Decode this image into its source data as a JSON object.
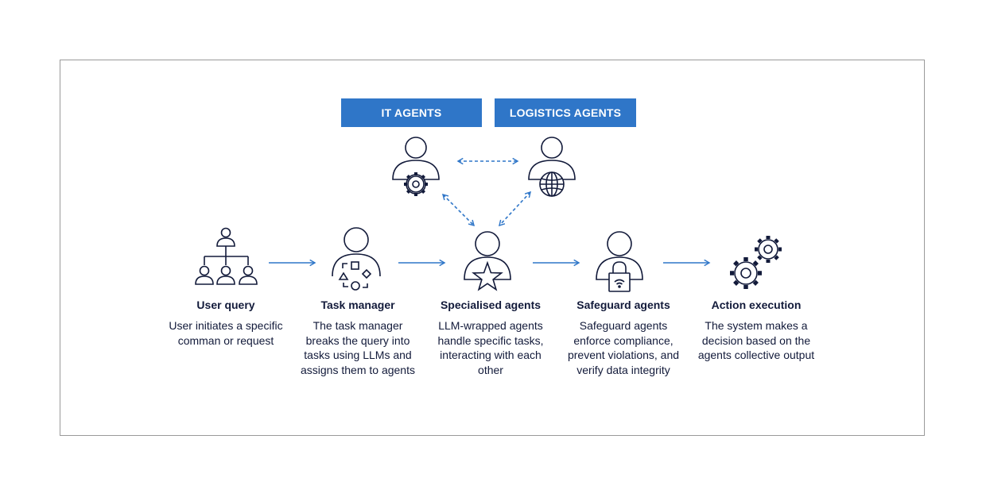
{
  "colors": {
    "accent": "#2f76c8",
    "ink": "#121a3a",
    "frame": "#9a9a9a"
  },
  "groups": [
    {
      "label": "IT AGENTS"
    },
    {
      "label": "LOGISTICS AGENTS"
    }
  ],
  "steps": [
    {
      "title": "User query",
      "description": "User initiates a specific comman or request",
      "icon": "org-chart-icon"
    },
    {
      "title": "Task manager",
      "description": "The task manager breaks the query into tasks using LLMs and assigns them to agents",
      "icon": "task-manager-icon"
    },
    {
      "title": "Specialised agents",
      "description": "LLM-wrapped agents handle specific tasks, interacting with each other",
      "icon": "star-agent-icon"
    },
    {
      "title": "Safeguard agents",
      "description": "Safeguard agents enforce compliance, prevent violations, and verify data integrity",
      "icon": "lock-agent-icon"
    },
    {
      "title": "Action execution",
      "description": "The system makes a decision based on the agents collective output",
      "icon": "gears-icon"
    }
  ]
}
